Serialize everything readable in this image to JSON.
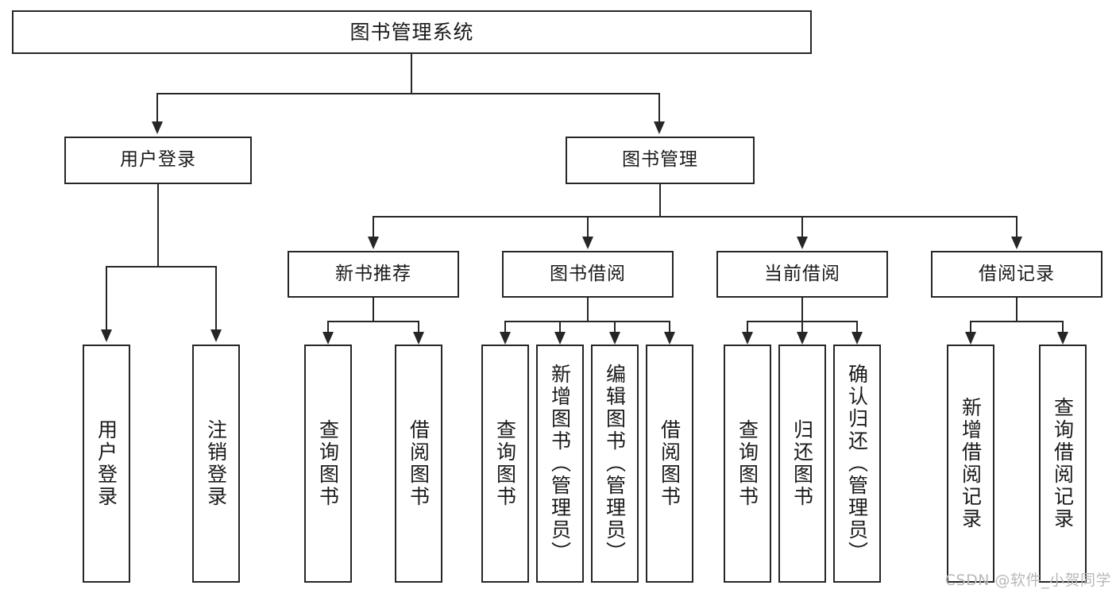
{
  "diagram": {
    "title": "图书管理系统",
    "type": "hierarchy-tree",
    "watermark": "CSDN @软件_小贺同学",
    "colors": {
      "stroke": "#262626",
      "background": "#ffffff",
      "text": "#1a1a1a",
      "watermark": "#b9b9b9"
    },
    "levels": {
      "root": {
        "label": "图书管理系统"
      },
      "level2": [
        {
          "id": "user-login",
          "label": "用户登录"
        },
        {
          "id": "book-manage",
          "label": "图书管理"
        }
      ],
      "level3": [
        {
          "id": "new-book-recommend",
          "label": "新书推荐"
        },
        {
          "id": "book-borrow",
          "label": "图书借阅"
        },
        {
          "id": "current-borrow",
          "label": "当前借阅"
        },
        {
          "id": "borrow-record",
          "label": "借阅记录"
        }
      ],
      "leaves": {
        "user_login": [
          {
            "id": "leaf-user-login",
            "label": "用户登录"
          },
          {
            "id": "leaf-logout-login",
            "label": "注销登录"
          }
        ],
        "new_book_recommend": [
          {
            "id": "leaf-query-book-1",
            "label": "查询图书"
          },
          {
            "id": "leaf-borrow-book-1",
            "label": "借阅图书"
          }
        ],
        "book_borrow": [
          {
            "id": "leaf-query-book-2",
            "label": "查询图书"
          },
          {
            "id": "leaf-add-book",
            "label": "新增图书（管理员）"
          },
          {
            "id": "leaf-edit-book",
            "label": "编辑图书（管理员）"
          },
          {
            "id": "leaf-borrow-book-2",
            "label": "借阅图书"
          }
        ],
        "current_borrow": [
          {
            "id": "leaf-query-book-3",
            "label": "查询图书"
          },
          {
            "id": "leaf-return-book",
            "label": "归还图书"
          },
          {
            "id": "leaf-confirm-return",
            "label": "确认归还（管理员）"
          }
        ],
        "borrow_record": [
          {
            "id": "leaf-add-record",
            "label": "新增借阅记录"
          },
          {
            "id": "leaf-query-record",
            "label": "查询借阅记录"
          }
        ]
      }
    }
  }
}
